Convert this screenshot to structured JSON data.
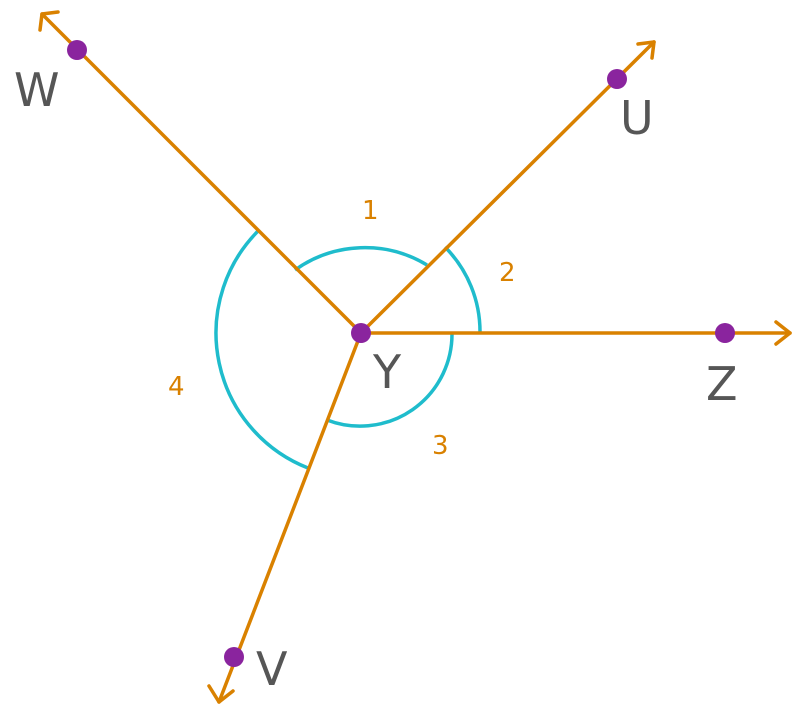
{
  "colors": {
    "ray": "#d98100",
    "arc": "#1fbccc",
    "point": "#8a249e",
    "point_label": "#565656",
    "angle_label": "#d98100"
  },
  "points": {
    "vertex": "Y",
    "w": "W",
    "u": "U",
    "z": "Z",
    "v": "V"
  },
  "angles": {
    "a1": "1",
    "a2": "2",
    "a3": "3",
    "a4": "4"
  }
}
